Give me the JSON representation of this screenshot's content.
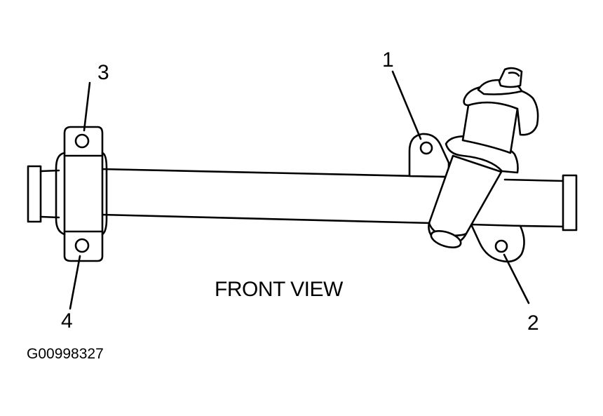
{
  "callouts": {
    "c1": "1",
    "c2": "2",
    "c3": "3",
    "c4": "4"
  },
  "caption": "FRONT VIEW",
  "figure_code": "G00998327",
  "colors": {
    "ink": "#000000",
    "paper": "#ffffff"
  }
}
